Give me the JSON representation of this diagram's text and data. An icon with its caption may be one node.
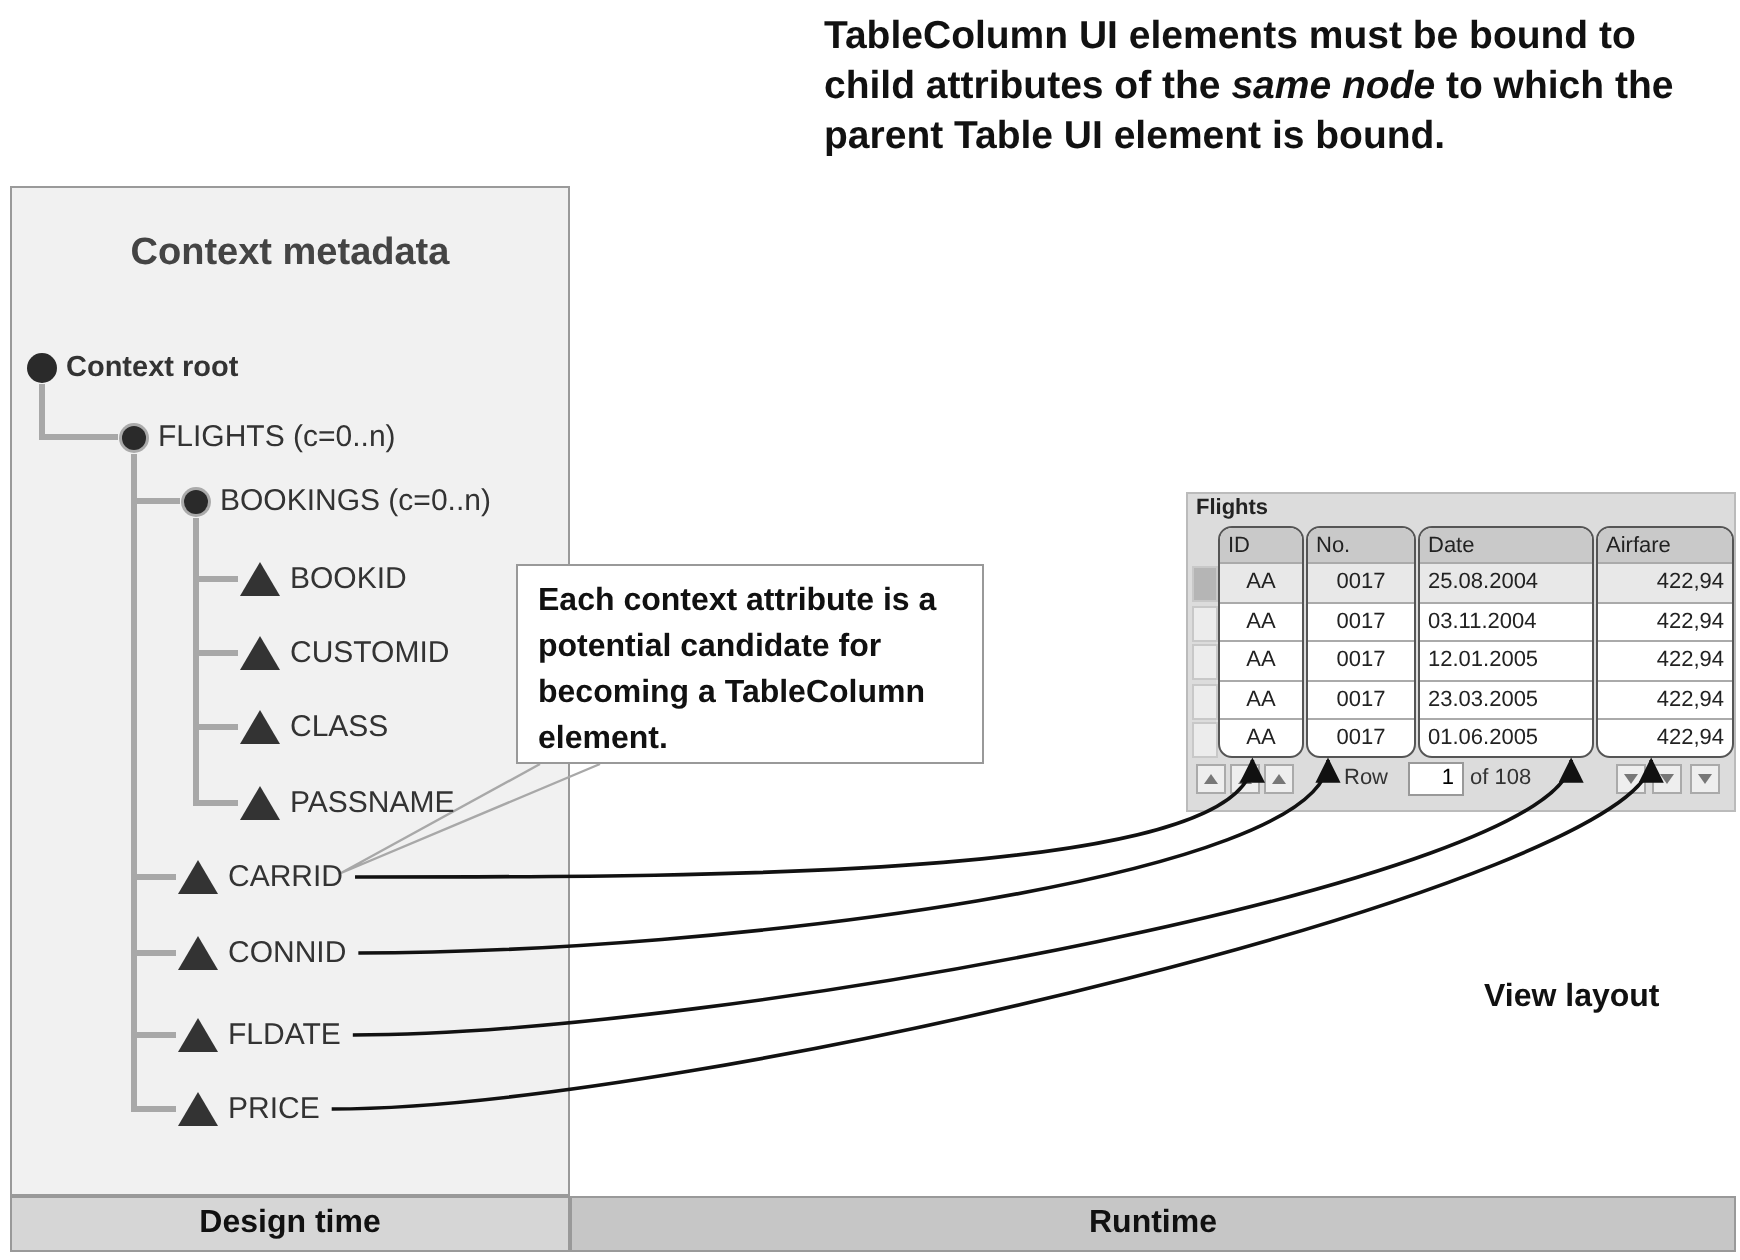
{
  "diagram": {
    "title": "TableColumn UI elements must be bound to child attributes of the *same node* to which the parent Table UI element is bound.",
    "nodes": [
      {
        "text": [
          "Context metadata"
        ]
      },
      {
        "text": [
          "Context root"
        ],
        "in": 0
      },
      {
        "text": [
          "FLIGHTS (c=0..n)"
        ],
        "in": 0
      },
      {
        "text": [
          "BOOKINGS (c=0..n)"
        ],
        "in": 0
      },
      {
        "text": [
          "BOOKID"
        ],
        "in": 0
      },
      {
        "text": [
          "CUSTOMID"
        ],
        "in": 0
      },
      {
        "text": [
          "CLASS"
        ],
        "in": 0
      },
      {
        "text": [
          "PASSNAME"
        ],
        "in": 0
      },
      {
        "text": [
          "CARRID"
        ],
        "in": 0
      },
      {
        "text": [
          "CONNID"
        ],
        "in": 0
      },
      {
        "text": [
          "FLDATE"
        ],
        "in": 0
      },
      {
        "text": [
          "PRICE"
        ],
        "in": 0
      },
      {
        "text": [
          "Each context attribute is a potential candidate for becoming a TableColumn element."
        ]
      },
      {
        "text": [
          "Flights"
        ]
      },
      {
        "text": [
          "ID",
          "AA",
          "AA",
          "AA",
          "AA",
          "AA"
        ],
        "in": 13
      },
      {
        "text": [
          "No.",
          "0017",
          "0017",
          "0017",
          "0017",
          "0017"
        ],
        "in": 13
      },
      {
        "text": [
          "Date",
          "25.08.2004",
          "03.11.2004",
          "12.01.2005",
          "23.03.2005",
          "01.06.2005"
        ],
        "in": 13
      },
      {
        "text": [
          "Airfare",
          "422,94",
          "422,94",
          "422,94",
          "422,94",
          "422,94"
        ],
        "in": 13
      },
      {
        "text": [
          "Design time"
        ]
      },
      {
        "text": [
          "Runtime"
        ]
      }
    ],
    "edges": [
      {
        "from": 1,
        "to": 2,
        "arrow": "none"
      },
      {
        "from": 2,
        "to": 3,
        "arrow": "none"
      },
      {
        "from": 3,
        "to": 4,
        "arrow": "none"
      },
      {
        "from": 3,
        "to": 5,
        "arrow": "none"
      },
      {
        "from": 3,
        "to": 6,
        "arrow": "none"
      },
      {
        "from": 3,
        "to": 7,
        "arrow": "none"
      },
      {
        "from": 2,
        "to": 8,
        "arrow": "none"
      },
      {
        "from": 2,
        "to": 9,
        "arrow": "none"
      },
      {
        "from": 2,
        "to": 10,
        "arrow": "none"
      },
      {
        "from": 2,
        "to": 11,
        "arrow": "none"
      },
      {
        "from": 12,
        "to": 8,
        "arrow": "none"
      },
      {
        "from": 8,
        "to": 14,
        "arrow": "to",
        "color": "#111111"
      },
      {
        "from": 9,
        "to": 15,
        "arrow": "to",
        "color": "#111111"
      },
      {
        "from": 10,
        "to": 16,
        "arrow": "to",
        "color": "#111111"
      },
      {
        "from": 11,
        "to": 17,
        "arrow": "to",
        "color": "#111111"
      }
    ],
    "labels": [
      "Row",
      "1",
      "of 108",
      "View layout"
    ]
  }
}
